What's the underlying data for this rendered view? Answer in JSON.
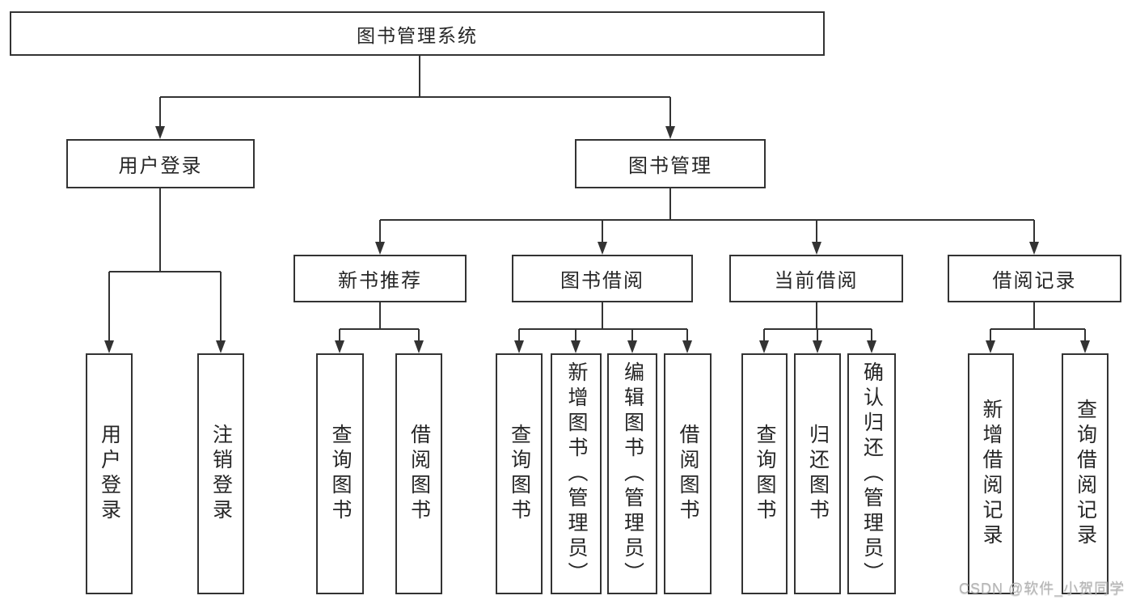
{
  "diagram": {
    "kind": "hierarchy-tree",
    "line_color": "#333333",
    "box_background": "#ffffff",
    "text_color": "#262626"
  },
  "tree": {
    "root": {
      "label": "图书管理系统"
    },
    "user_login": {
      "label": "用户登录",
      "children": [
        "用户登录",
        "注销登录"
      ]
    },
    "book_mgmt": {
      "label": "图书管理"
    },
    "new_books": {
      "label": "新书推荐",
      "children": [
        "查询图书",
        "借阅图书"
      ]
    },
    "borrow": {
      "label": "图书借阅",
      "children": [
        "查询图书",
        "新增图书（管理员）",
        "编辑图书（管理员）",
        "借阅图书"
      ]
    },
    "current": {
      "label": "当前借阅",
      "children": [
        "查询图书",
        "归还图书",
        "确认归还（管理员）"
      ]
    },
    "records": {
      "label": "借阅记录",
      "children": [
        "新增借阅记录",
        "查询借阅记录"
      ]
    }
  },
  "watermark": {
    "text": "CSDN @软件_小贺同学",
    "color": "#b5b5b5"
  }
}
